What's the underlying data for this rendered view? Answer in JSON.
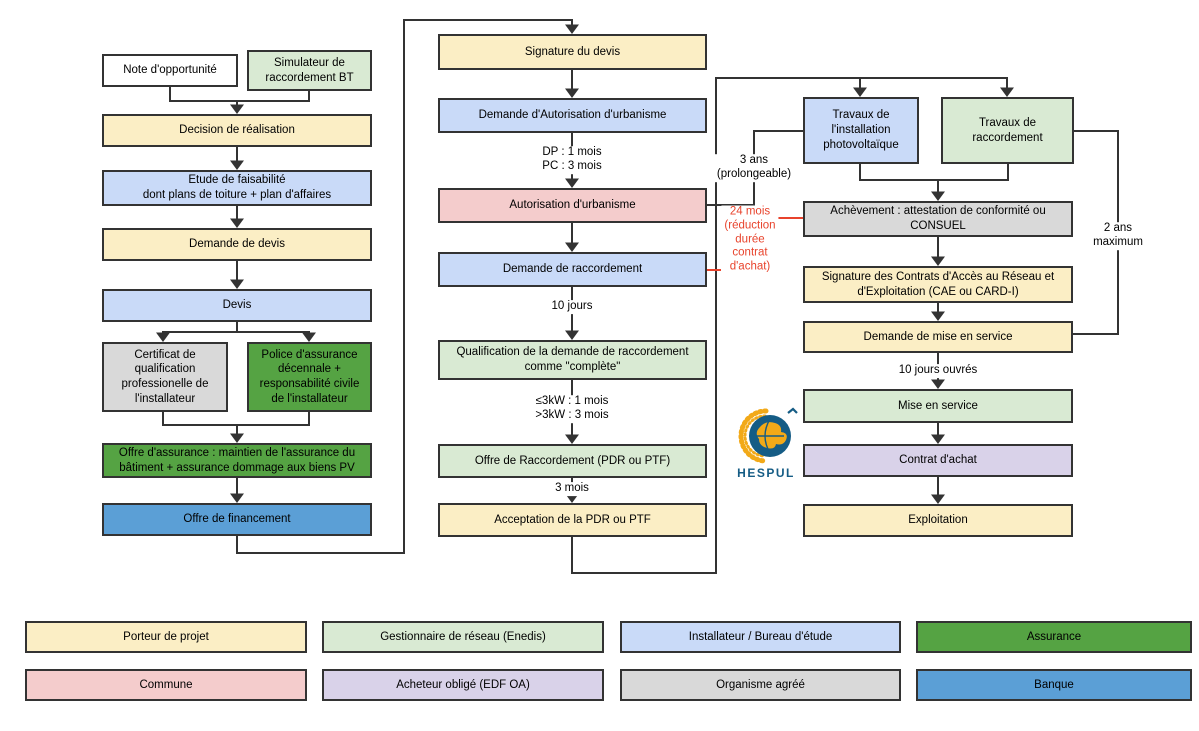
{
  "palette": {
    "white": "#FFFFFF",
    "yellow": "#FBEEC5",
    "blue_light": "#C9DAF8",
    "green_light": "#D9EAD3",
    "green_dark": "#55A343",
    "blue_med": "#5B9FD6",
    "pink": "#F4CCCC",
    "purple": "#D9D2E9",
    "gray": "#D9D9D9",
    "line": "#333333",
    "red": "#E8432C",
    "logo_blue": "#155C85",
    "logo_gold": "#F2A918"
  },
  "nodes": {
    "note_opportunite": "Note d'opportunité",
    "simulateur": "Simulateur de\nraccordement BT",
    "decision": "Decision de réalisation",
    "etude": "Etude de faisabilité\ndont plans de toiture + plan d'affaires",
    "demande_devis": "Demande de devis",
    "devis": "Devis",
    "certificat": "Certificat de qualification professionelle de l'installateur",
    "police": "Police d'assurance décennale + responsabilité civile de l'installateur",
    "offre_assurance": "Offre d'assurance : maintien de l'assurance du bâtiment + assurance dommage aux biens PV",
    "offre_financement": "Offre de financement",
    "signature_devis": "Signature du devis",
    "demande_autorisation": "Demande d'Autorisation d'urbanisme",
    "autorisation": "Autorisation d'urbanisme",
    "demande_raccordement": "Demande de raccordement",
    "qualification": "Qualification de la demande de raccordement\ncomme \"complète\"",
    "offre_raccordement": "Offre de Raccordement (PDR ou PTF)",
    "acceptation": "Acceptation de la PDR ou PTF",
    "travaux_pv": "Travaux de\nl'installation\nphotovoltaïque",
    "travaux_racc": "Travaux de\nraccordement",
    "achevement": "Achèvement : attestation de conformité ou\nCONSUEL",
    "signature_contrats": "Signature des Contrats d'Accès au Réseau et\nd'Exploitation (CAE ou CARD-I)",
    "demande_mise": "Demande de mise en service",
    "mise_en_service": "Mise en service",
    "contrat_achat": "Contrat d'achat",
    "exploitation": "Exploitation"
  },
  "edge_labels": {
    "dp_pc": "DP : 1 mois\nPC : 3 mois",
    "dix_jours": "10 jours",
    "kw": "≤3kW : 1 mois\n>3kW : 3 mois",
    "trois_mois": "3 mois",
    "trois_ans": "3 ans\n(prolongeable)",
    "vingt_quatre_mois": "24 mois\n(réduction\ndurée\ncontrat\nd'achat)",
    "deux_ans": "2 ans\nmaximum",
    "dix_jours_ouvres": "10 jours ouvrés"
  },
  "legend": {
    "porteur": "Porteur de projet",
    "gestionnaire": "Gestionnaire de réseau (Enedis)",
    "installateur": "Installateur / Bureau d'étude",
    "assurance": "Assurance",
    "commune": "Commune",
    "acheteur": "Acheteur obligé (EDF OA)",
    "organisme": "Organisme agréé",
    "banque": "Banque"
  },
  "logo": {
    "text": "HESPUL"
  }
}
